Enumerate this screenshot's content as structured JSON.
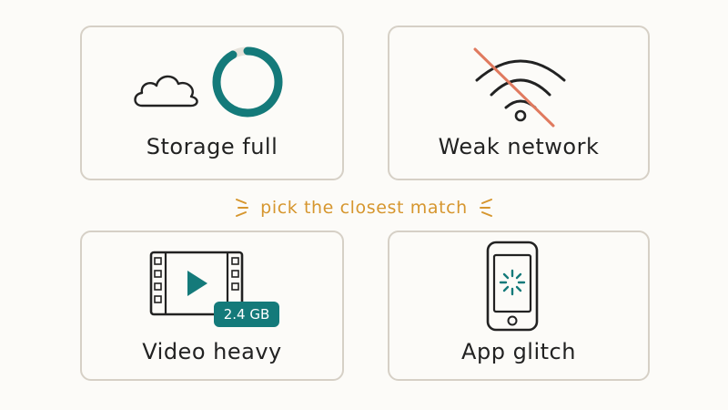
{
  "colors": {
    "teal": "#147a7a",
    "orange_accent": "#d6962e",
    "strike": "#e07a5f",
    "ink": "#222222",
    "card_border": "#d6d0c6",
    "background": "#fcfbf8"
  },
  "hint": {
    "text": "pick the closest match"
  },
  "cards": {
    "storage": {
      "label": "Storage full",
      "icons": [
        "cloud-icon",
        "storage-ring-icon"
      ],
      "ring_fill_fraction": 0.92
    },
    "network": {
      "label": "Weak network",
      "icons": [
        "wifi-off-icon"
      ]
    },
    "video": {
      "label": "Video heavy",
      "icons": [
        "film-play-icon"
      ],
      "badge": "2.4 GB"
    },
    "app": {
      "label": "App glitch",
      "icons": [
        "phone-loading-icon"
      ]
    }
  }
}
